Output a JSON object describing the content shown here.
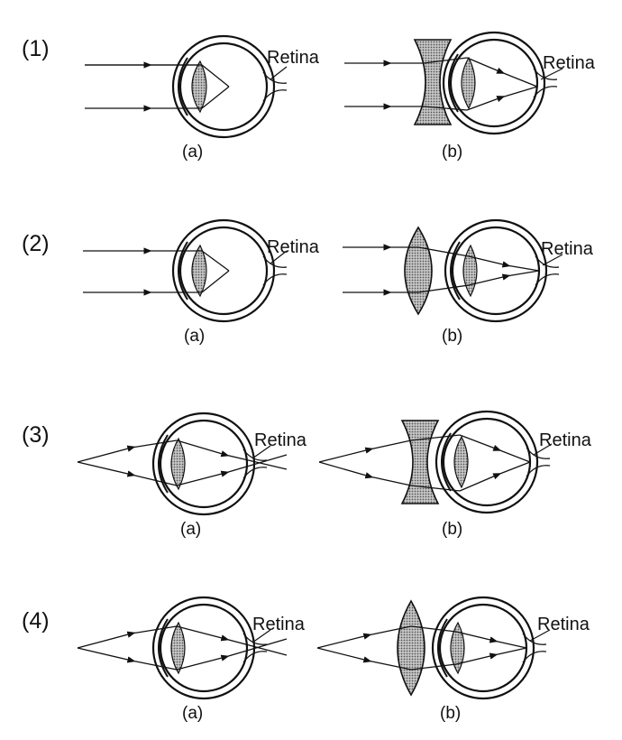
{
  "rows": [
    {
      "number": "(1)",
      "left_label": "(a)",
      "right_label": "(b)",
      "retina_a": "Retina",
      "retina_b": "Retina",
      "lens_b": "concave-lens"
    },
    {
      "number": "(2)",
      "left_label": "(a)",
      "right_label": "(b)",
      "retina_a": "Retina",
      "retina_b": "Retina",
      "lens_b": "convex-lens"
    },
    {
      "number": "(3)",
      "left_label": "(a)",
      "right_label": "(b)",
      "retina_a": "Retina",
      "retina_b": "Retina",
      "lens_b": "concave-lens"
    },
    {
      "number": "(4)",
      "left_label": "(a)",
      "right_label": "(b)",
      "retina_a": "Retina",
      "retina_b": "Retina",
      "lens_b": "convex-lens"
    }
  ],
  "colors": {
    "ink": "#111111",
    "lens_fill": "#9a9a9a",
    "background": "#ffffff"
  }
}
